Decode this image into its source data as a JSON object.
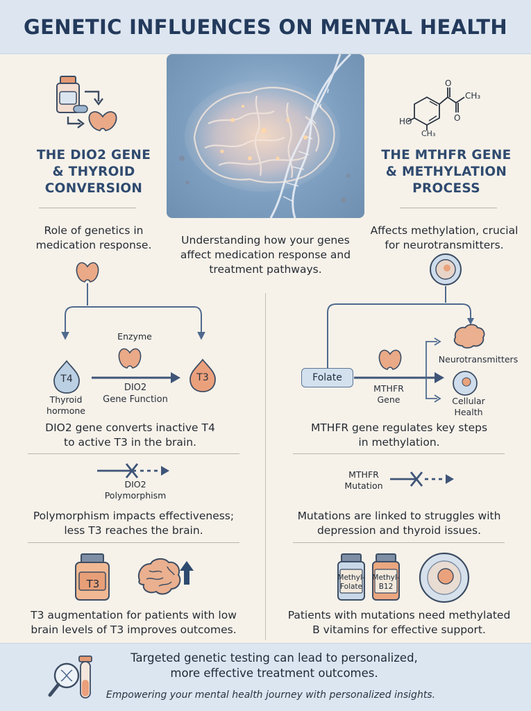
{
  "title": "GENETIC INFLUENCES ON MENTAL HEALTH",
  "left": {
    "title_lines": [
      "THE DIO2 GENE",
      "& THYROID",
      "CONVERSION"
    ],
    "intro": [
      "Role of genetics in",
      "medication response."
    ],
    "diagram": {
      "enzyme": "Enzyme",
      "t4": "T4",
      "t3": "T3",
      "t4_caption": [
        "Thyroid",
        "hormone"
      ],
      "gene_function": [
        "DIO2",
        "Gene Function"
      ]
    },
    "point1": [
      "DIO2 gene converts inactive T4",
      "to active T3 in the brain."
    ],
    "poly_label": [
      "DIO2",
      "Polymorphism"
    ],
    "point2": [
      "Polymorphism impacts effectiveness;",
      "less T3 reaches the brain."
    ],
    "t3_bottle": "T3",
    "point3": [
      "T3 augmentation for patients with low",
      "brain levels of T3 improves outcomes."
    ]
  },
  "center": {
    "text": [
      "Understanding how your genes",
      "affect medication response and",
      "treatment pathways."
    ]
  },
  "right": {
    "molecule": {
      "ho": "HO",
      "ch3_top": "CH₃",
      "ch3_bottom": "CH₃",
      "o_top": "O",
      "o_bottom": "O"
    },
    "title_lines": [
      "THE MTHFR GENE",
      "& METHYLATION",
      "PROCESS"
    ],
    "intro": [
      "Affects methylation, crucial",
      "for neurotransmitters."
    ],
    "diagram": {
      "folate": "Folate",
      "gene": [
        "MTHFR",
        "Gene"
      ],
      "neuro": "Neurotransmitters",
      "cellular": [
        "Cellular",
        "Health"
      ]
    },
    "point1": [
      "MTHFR gene regulates key steps",
      "in methylation."
    ],
    "mutation_label": [
      "MTHFR",
      "Mutation"
    ],
    "point2": [
      "Mutations are linked to struggles with",
      "depression and thyroid issues."
    ],
    "bottle1": [
      "Methyl-",
      "Folate"
    ],
    "bottle2": [
      "Methyl-",
      "B12"
    ],
    "point3": [
      "Patients with mutations need methylated",
      "B vitamins for effective support."
    ]
  },
  "footer": {
    "main": [
      "Targeted genetic testing can lead to personalized,",
      "more effective treatment outcomes."
    ],
    "sub": "Empowering your mental health journey with personalized insights."
  },
  "colors": {
    "navy": "#2f4a6f",
    "arrow": "#4f6a8e",
    "thyroid": "#e9a986",
    "t3": "#eba07c",
    "t4": "#bcd0e4"
  }
}
